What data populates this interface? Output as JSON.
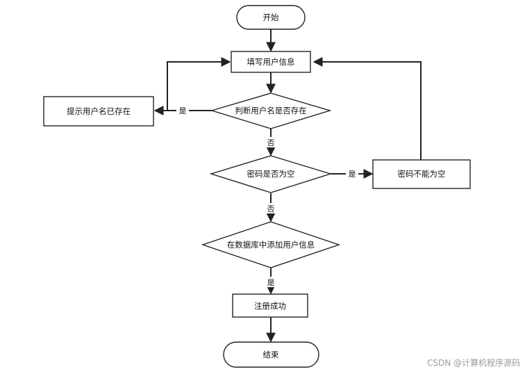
{
  "nodes": {
    "start": "开始",
    "fill_info": "填写用户信息",
    "check_username": "判断用户名是否存在",
    "username_exists": "提示用户名已存在",
    "check_password": "密码是否为空",
    "password_empty": "密码不能为空",
    "add_to_db": "在数据库中添加用户信息",
    "success": "注册成功",
    "end": "结束"
  },
  "edges": {
    "username_yes": "是",
    "username_no": "否",
    "password_yes": "是",
    "password_no": "否",
    "db_yes": "是"
  },
  "watermark": "CSDN @计算机程序源码"
}
